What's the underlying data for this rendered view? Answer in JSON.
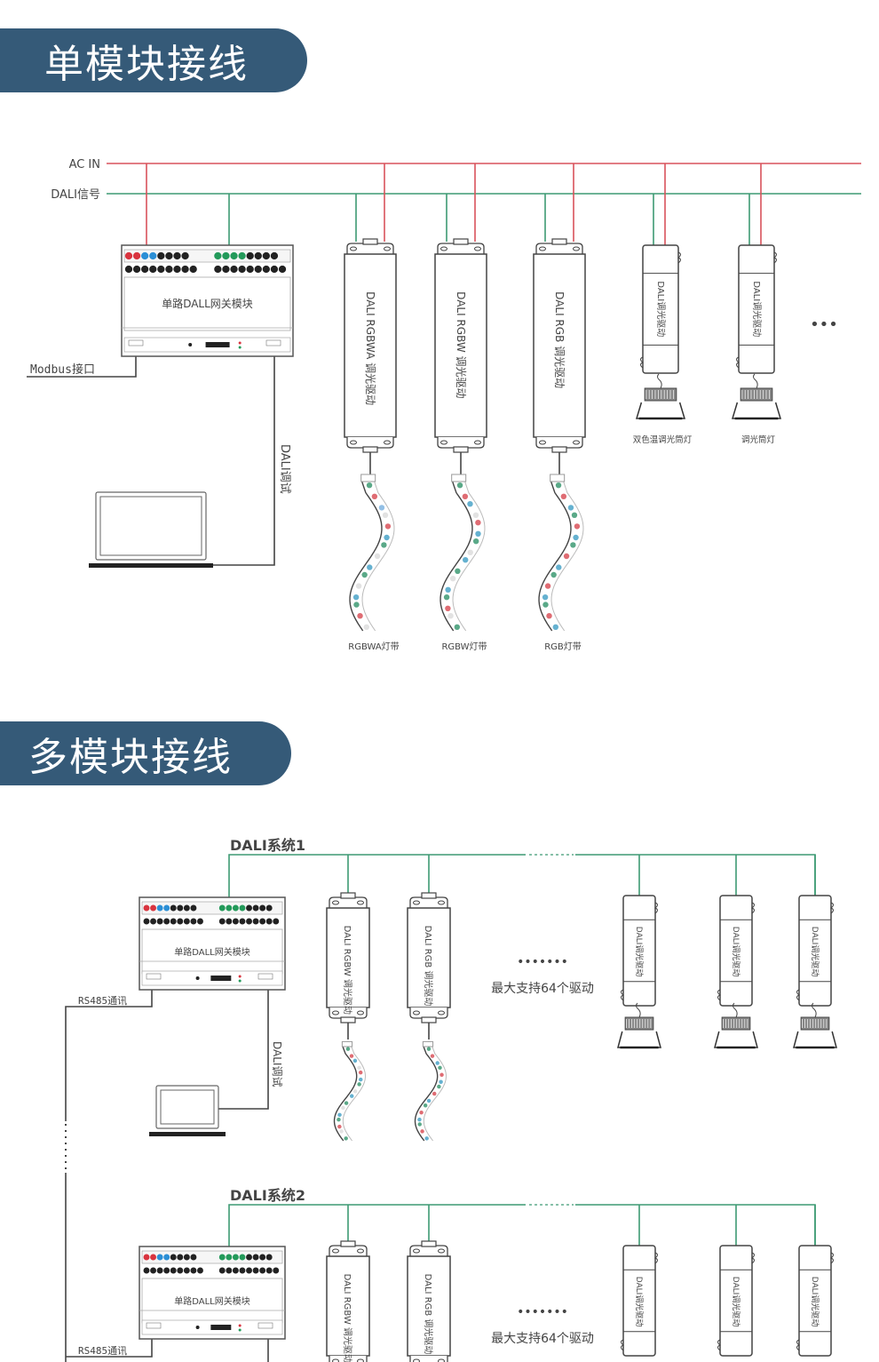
{
  "sections": {
    "single": {
      "title": "单模块接线"
    },
    "multi": {
      "title": "多模块接线"
    }
  },
  "colors": {
    "banner": "#355a78",
    "ac_line": "#d9525b",
    "dali_line": "#3d9a73",
    "wire": "#444444"
  },
  "single": {
    "ac_label": "AC IN",
    "dali_label": "DALI信号",
    "gateway_label": "单路DALL网关模块",
    "modbus_label": "Modbus接口",
    "debug_label": "DALI调试",
    "drivers": [
      {
        "text": "DALI RGBWA 调光驱动",
        "strip_label": "RGBWA灯带"
      },
      {
        "text": "DALI RGBW 调光驱动",
        "strip_label": "RGBW灯带"
      },
      {
        "text": "DALI RGB 调光驱动",
        "strip_label": "RGB灯带"
      }
    ],
    "small_drivers": [
      {
        "text": "DALI调光驱动",
        "lamp_label": "双色温调光筒灯"
      },
      {
        "text": "DALI调光驱动",
        "lamp_label": "调光筒灯"
      }
    ],
    "more": "•••"
  },
  "multi": {
    "systems": [
      {
        "name": "DALI系统1",
        "gateway_label": "单路DALL网关模块",
        "rs485_label": "RS485通讯",
        "debug_label": "DALI调试",
        "drivers": [
          "DALI RGBW 调光驱动",
          "DALI RGB 调光驱动"
        ],
        "small_drivers": [
          "DALI调光驱动",
          "DALI调光驱动",
          "DALI调光驱动"
        ],
        "dots": "•••••••",
        "max_note": "最大支持64个驱动"
      },
      {
        "name": "DALI系统2",
        "gateway_label": "单路DALL网关模块",
        "rs485_label": "RS485通讯",
        "drivers": [
          "DALI RGBW 调光驱动",
          "DALI RGB 调光驱动"
        ],
        "small_drivers": [
          "DALI调光驱动",
          "DALI调光驱动",
          "DALI调光驱动"
        ],
        "dots": "•••••••",
        "max_note": "最大支持64个驱动"
      }
    ]
  }
}
